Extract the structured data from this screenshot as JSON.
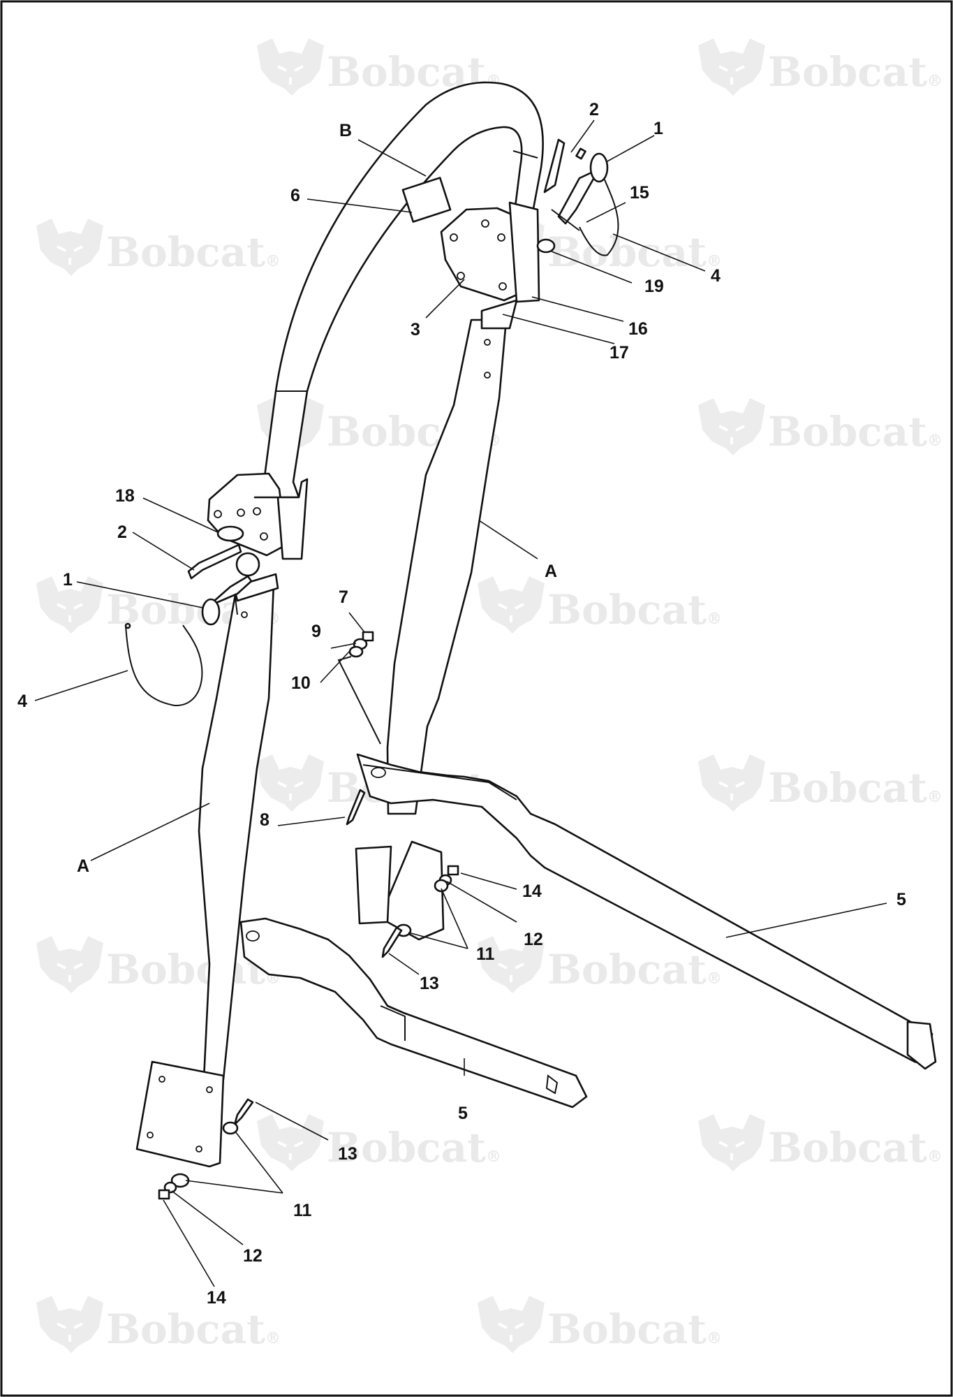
{
  "watermark": {
    "brand": "Bobcat",
    "mark": "®",
    "logo": "bobcat-head-logo"
  },
  "callouts": {
    "c1_top": "1",
    "c2_top": "2",
    "c15": "15",
    "c4_top": "4",
    "cB": "B",
    "c6": "6",
    "c19": "19",
    "c3": "3",
    "c16": "16",
    "c17": "17",
    "cA_right": "A",
    "c18": "18",
    "c2_left": "2",
    "c1_left": "1",
    "c4_left": "4",
    "c7": "7",
    "c9": "9",
    "c10": "10",
    "c8": "8",
    "cA_left": "A",
    "c14_mid": "14",
    "c12_mid": "12",
    "c11_mid": "11",
    "c13_mid": "13",
    "c5_right": "5",
    "c5_left": "5",
    "c13_low": "13",
    "c11_low": "11",
    "c12_low": "12",
    "c14_low": "14"
  }
}
